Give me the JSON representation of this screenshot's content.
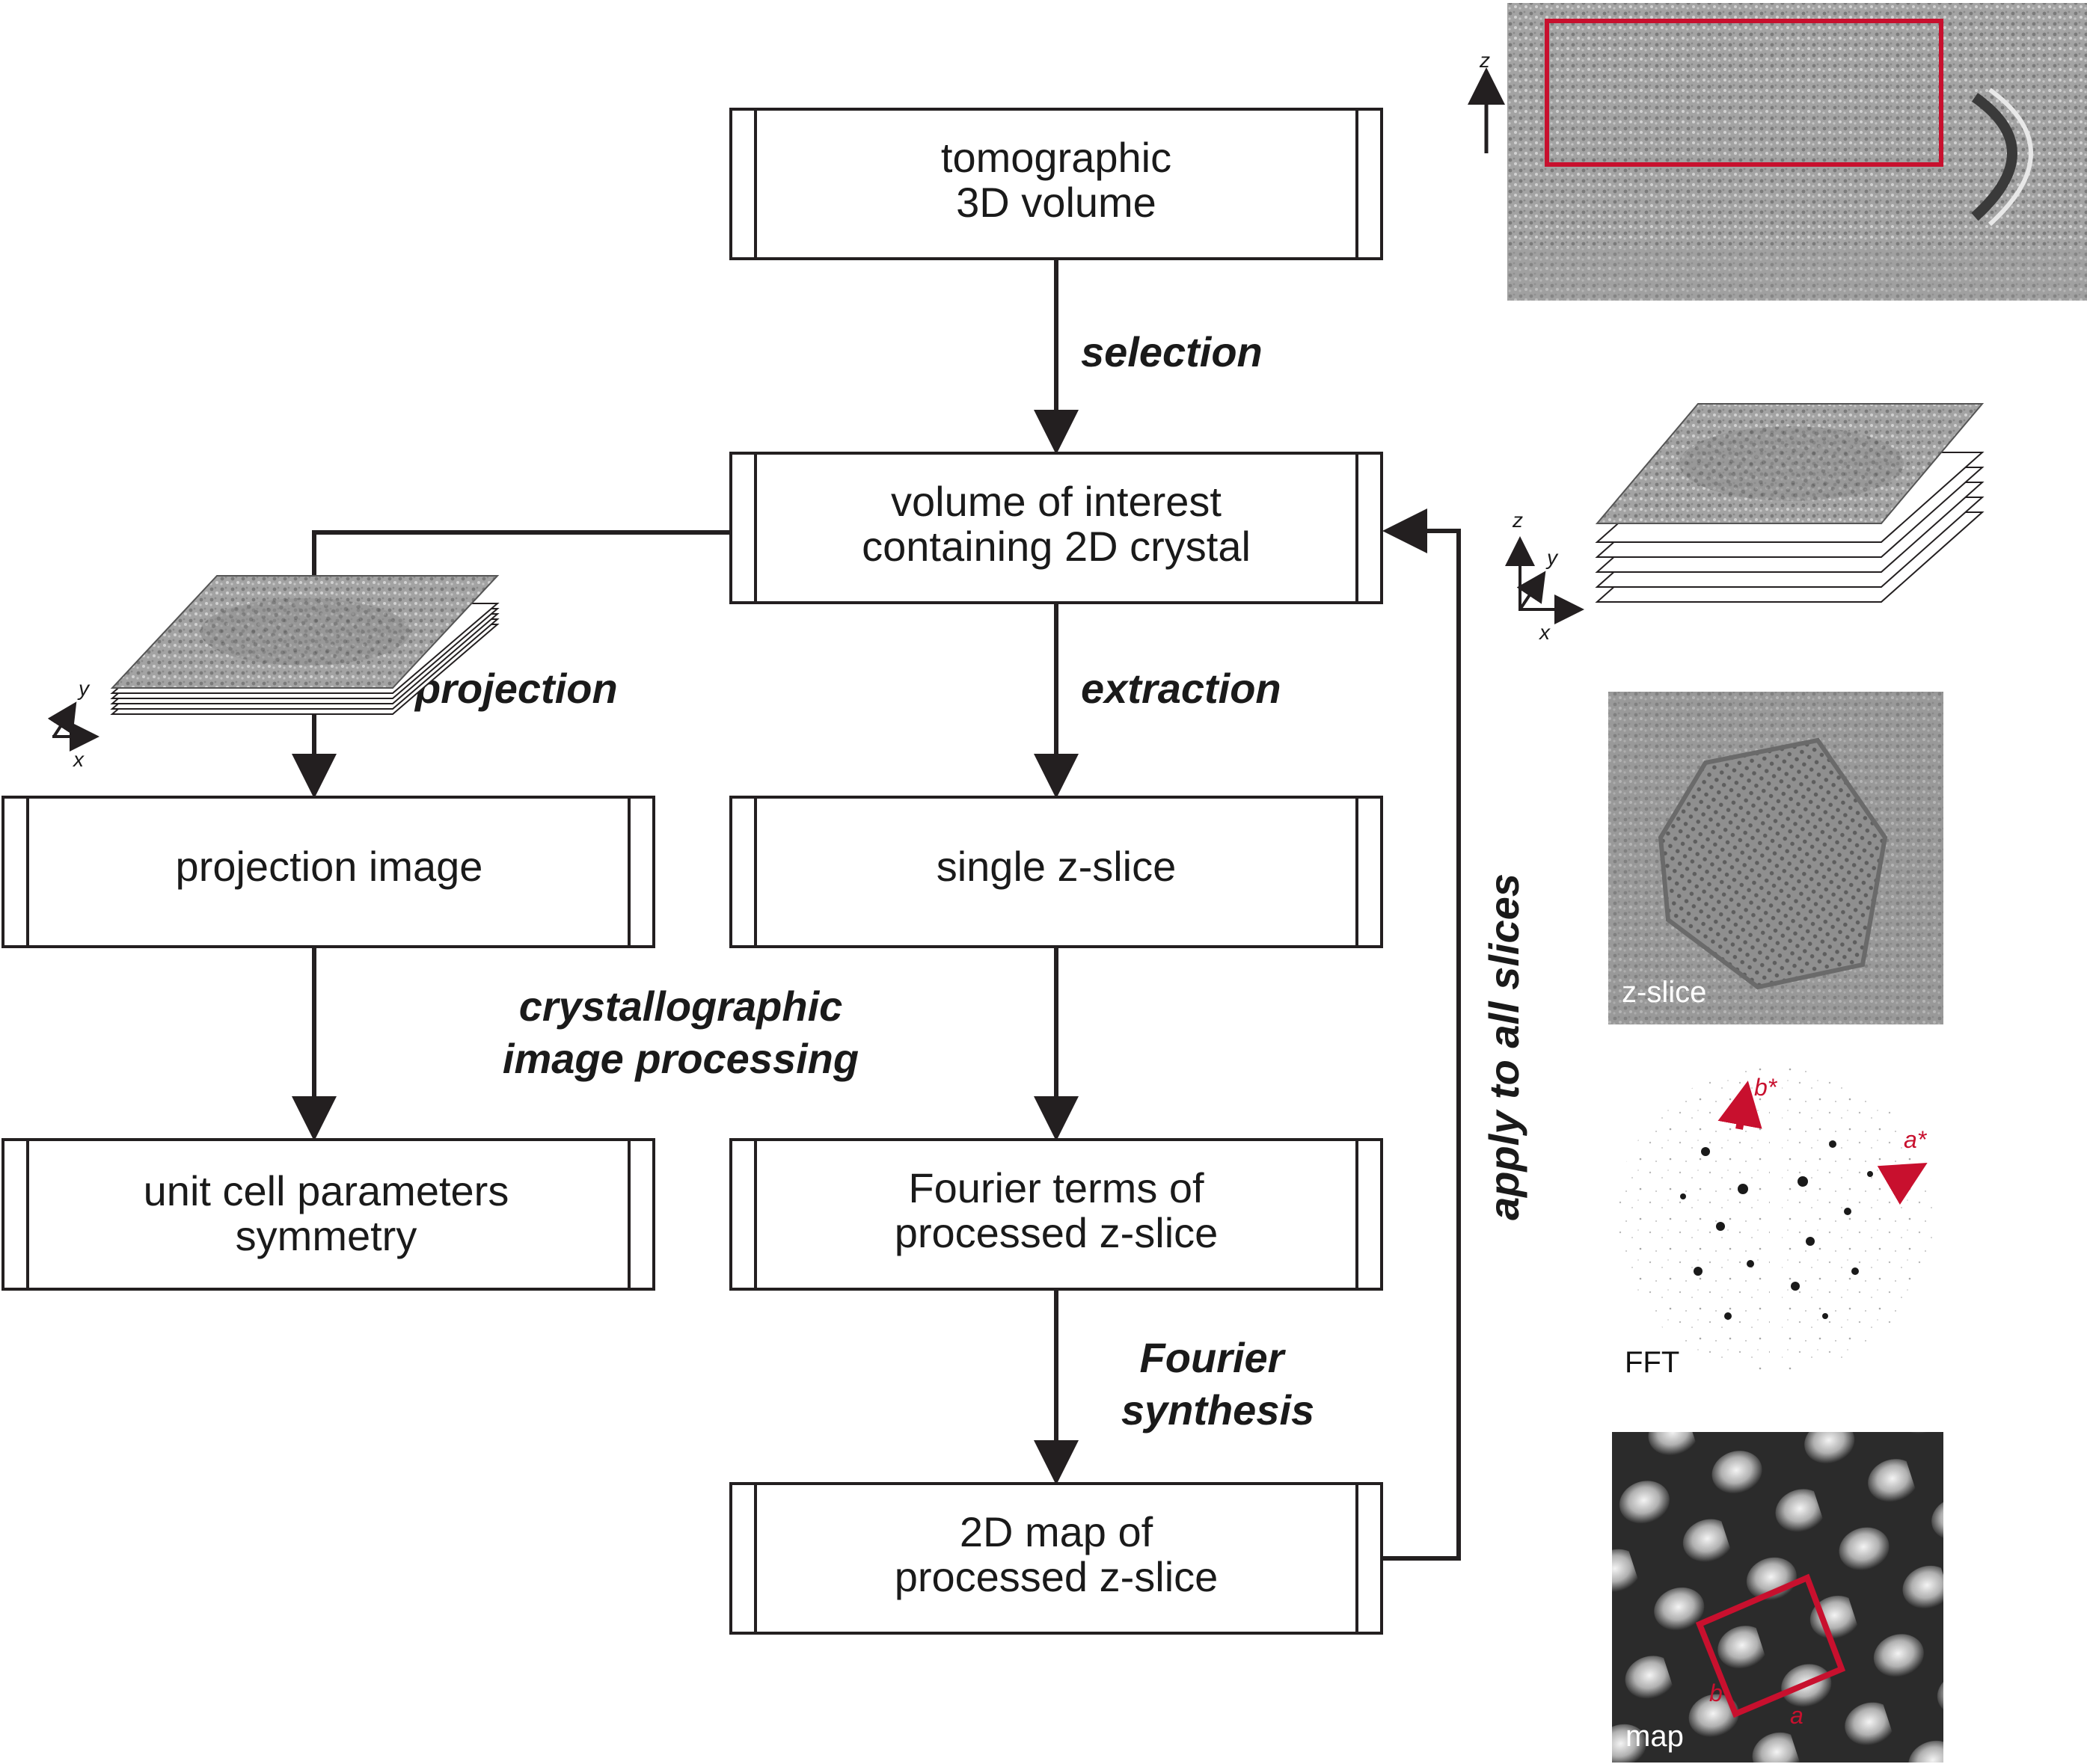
{
  "colors": {
    "line": "#231f20",
    "accent_red": "#c8102e",
    "micrograph_gray": "#8c8c8c"
  },
  "boxes": {
    "tomographic": {
      "line1": "tomographic",
      "line2": "3D volume"
    },
    "volume_of_interest": {
      "line1": "volume of interest",
      "line2": "containing 2D crystal"
    },
    "projection_image": {
      "line1": "projection image"
    },
    "single_z_slice": {
      "line1": "single z-slice"
    },
    "unit_cell": {
      "line1": "unit cell parameters",
      "line2": "symmetry"
    },
    "fourier_terms": {
      "line1": "Fourier terms of",
      "line2": "processed z-slice"
    },
    "map_2d": {
      "line1": "2D map of",
      "line2": "processed z-slice"
    }
  },
  "steps": {
    "selection": "selection",
    "projection": "projection",
    "extraction": "extraction",
    "crystallographic_line1": "crystallographic",
    "crystallographic_line2": "image processing",
    "fourier_line1": "Fourier",
    "fourier_line2": "synthesis",
    "apply_to_all": "apply to all slices"
  },
  "axes": {
    "z": "z",
    "y": "y",
    "x": "x"
  },
  "panels": {
    "z_slice_label": "z-slice",
    "fft_label": "FFT",
    "fft_a_star": "a*",
    "fft_b_star": "b*",
    "map_label": "map",
    "map_a": "a",
    "map_b": "b"
  },
  "icons": [
    "arrow-down-icon",
    "arrow-left-icon",
    "axis-triad-icon",
    "slice-stack-icon"
  ]
}
